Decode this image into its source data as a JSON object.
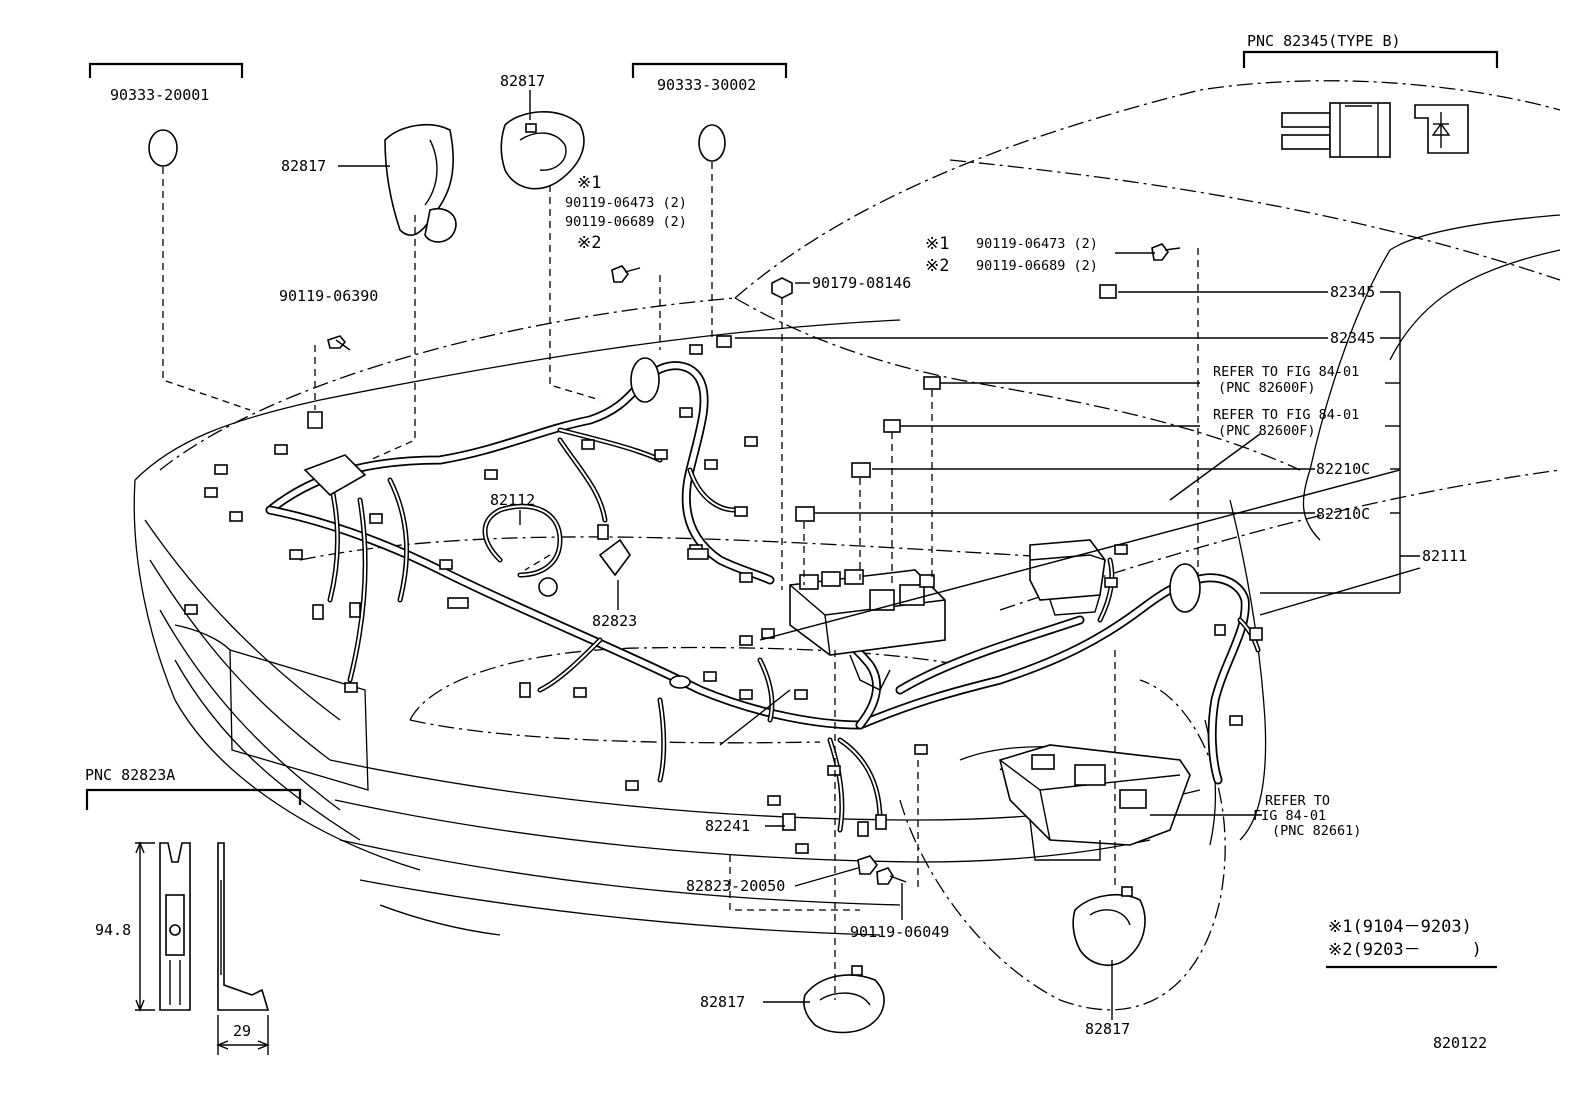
{
  "diagram": {
    "figure_number": "820122",
    "labels": {
      "clip_a": "90333-20001",
      "clip_b": "90333-30002",
      "protector_top_left": "82817",
      "protector_top": "82817",
      "protector_bottom": "82817",
      "protector_right": "82817",
      "bolt_06390": "90119-06390",
      "bolt_a_mark": "※1",
      "bolt_a": "90119-06473 (2)",
      "bolt_b": "90119-06689 (2)",
      "bolt_b_mark": "※2",
      "bolt_r_mark1": "※1",
      "bolt_r_a": "90119-06473 (2)",
      "bolt_r_mark2": "※2",
      "bolt_r_b": "90119-06689 (2)",
      "nut_08146": "90179-08146",
      "relay_82345_a": "82345",
      "relay_82345_b": "82345",
      "refer1_line1": "REFER TO FIG 84-01",
      "refer1_line2": "(PNC 82600F)",
      "refer2_line1": "REFER TO FIG 84-01",
      "refer2_line2": "(PNC 82600F)",
      "fuse_82210c_a": "82210C",
      "fuse_82210c_b": "82210C",
      "harness_82111": "82111",
      "harness_82112": "82112",
      "clamp_82823": "82823",
      "refer3_line1": "REFER TO",
      "refer3_line2": "FIG 84-01",
      "refer3_line3": "(PNC 82661)",
      "connector_82241": "82241",
      "clamp_82823_20050": "82823-20050",
      "bolt_06049": "90119-06049",
      "inset_82345_title": "PNC 82345(TYPE B)",
      "inset_82823a_title": "PNC 82823A",
      "dim_height": "94.8",
      "dim_width": "29",
      "legend1": "※1(9104－9203)",
      "legend2": "※2(9203－　　　)"
    }
  }
}
